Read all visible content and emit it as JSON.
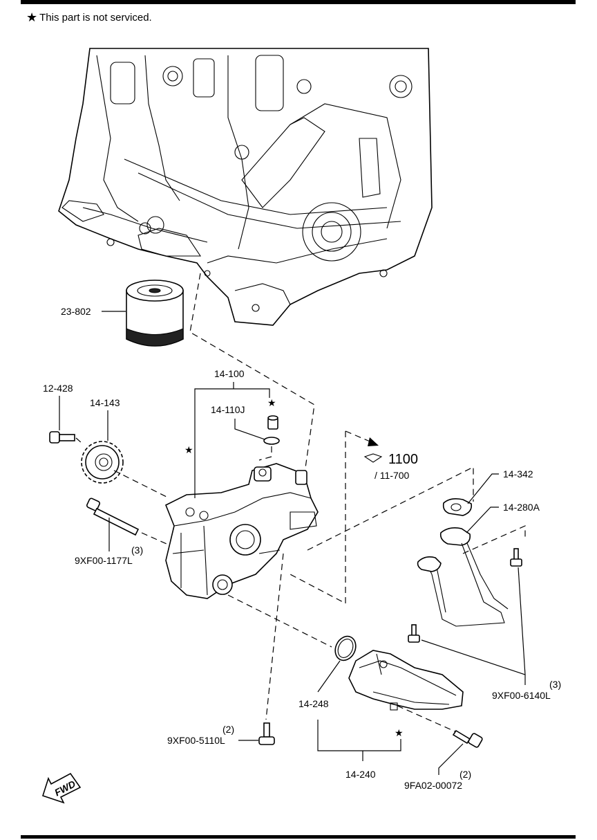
{
  "note": {
    "star_symbol": "★",
    "text": "This part is not serviced."
  },
  "labels": {
    "oil_filter": "23-802",
    "bolt_sprocket": "12-428",
    "sprocket": "14-143",
    "oil_pump_assy": "14-100",
    "relief_valve": "14-110J",
    "pump_bolt_qty": "(3)",
    "pump_bolt": "9XF00-1177L",
    "ref_group": "1100",
    "ref_sub": "/ 11-700",
    "gasket": "14-342",
    "pipe": "14-280A",
    "pipe_bolt_qty": "(3)",
    "pipe_bolt": "9XF00-6140L",
    "oring": "14-248",
    "strainer_bolt_qty": "(2)",
    "strainer_bolt": "9XF00-5110L",
    "strainer_assy": "14-240",
    "baffle_bolt_qty": "(2)",
    "baffle_bolt": "9FA02-00072",
    "fwd": "FWD"
  },
  "icons": [
    "star-icon",
    "arrow-icon",
    "fwd-arrow-icon"
  ]
}
